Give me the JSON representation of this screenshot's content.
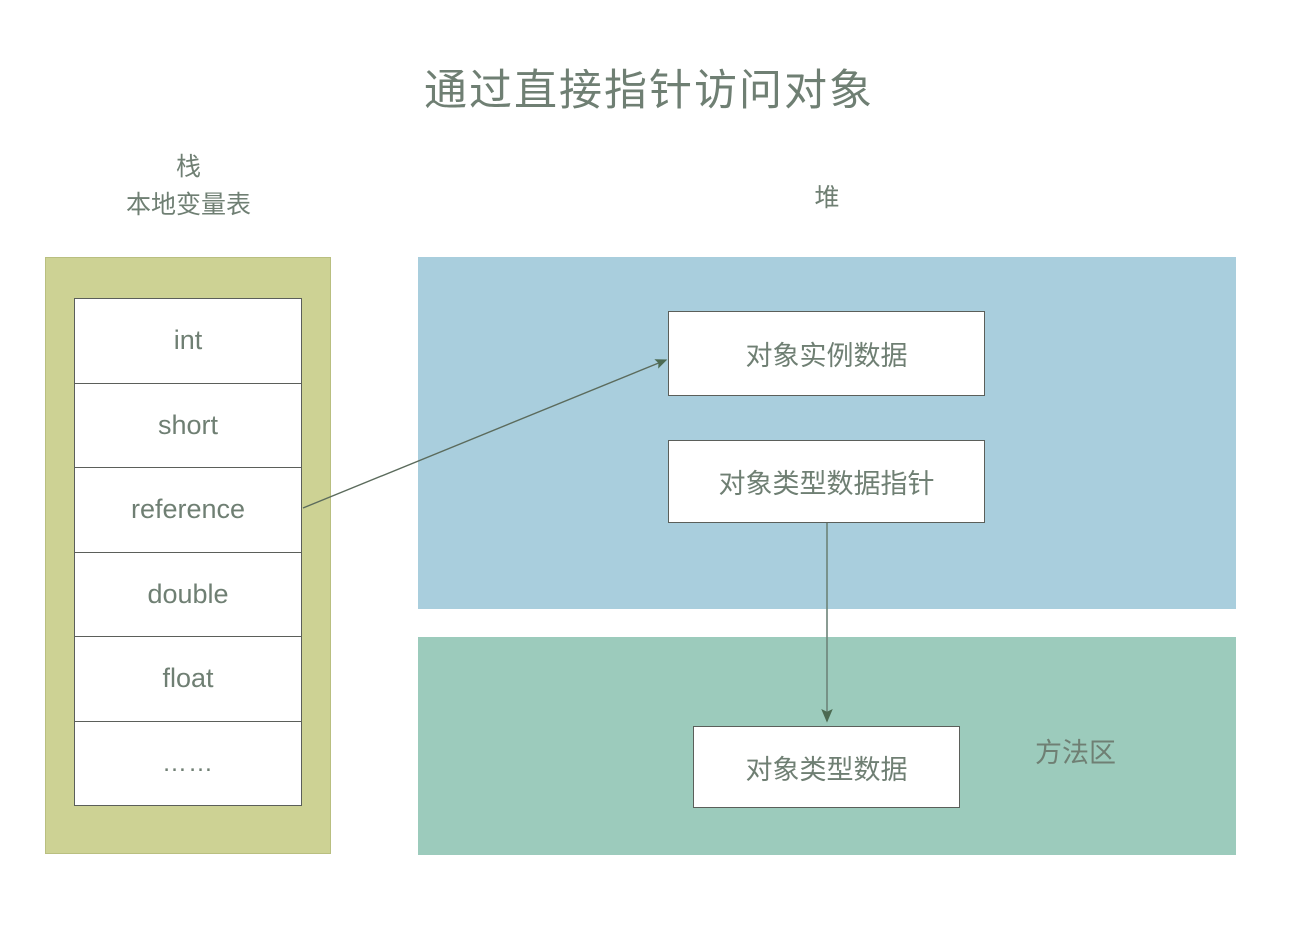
{
  "title": "通过直接指针访问对象",
  "colors": {
    "text": "#6f7f73",
    "stack_region": "#cdd294",
    "heap_region": "#a9cedd",
    "method_region": "#9ccbbc",
    "box_border": "#5b5f5a",
    "arrow": "#5b6b5c"
  },
  "stack": {
    "label_line1": "栈",
    "label_line2": "本地变量表",
    "rows": [
      {
        "label": "int"
      },
      {
        "label": "short"
      },
      {
        "label": "reference"
      },
      {
        "label": "double"
      },
      {
        "label": "float"
      },
      {
        "label": "……"
      }
    ]
  },
  "heap": {
    "label": "堆",
    "boxes": [
      {
        "label": "对象实例数据"
      },
      {
        "label": "对象类型数据指针"
      }
    ]
  },
  "method_area": {
    "caption": "方法区",
    "boxes": [
      {
        "label": "对象类型数据"
      }
    ]
  },
  "arrows": [
    {
      "name": "reference-to-instance",
      "from": "reference",
      "to": "对象实例数据"
    },
    {
      "name": "typeptr-to-typedata",
      "from": "对象类型数据指针",
      "to": "对象类型数据"
    }
  ]
}
